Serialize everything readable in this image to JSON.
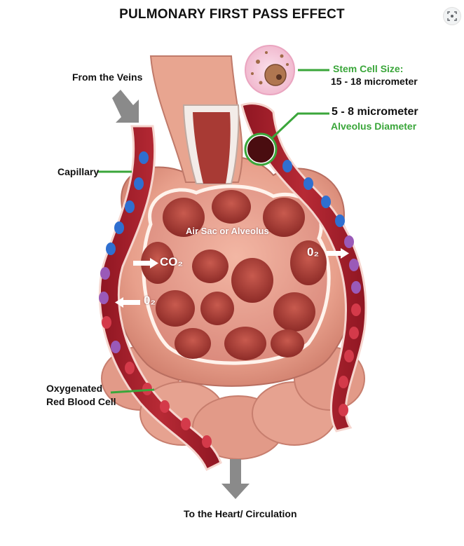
{
  "title": "PULMONARY FIRST PASS EFFECT",
  "labels": {
    "from_veins": "From the Veins",
    "capillary": "Capillary",
    "oxygenated_line1": "Oxygenated",
    "oxygenated_line2": "Red Blood Cell",
    "to_heart": "To the Heart/ Circulation",
    "air_sac": "Air Sac or Alveolus",
    "co2": "CO₂",
    "o2_left": "0₂",
    "o2_right": "0₂",
    "stem_cell_title": "Stem Cell Size:",
    "stem_cell_value": "15 - 18 micrometer",
    "alveolus_value": "5 - 8 micrometer",
    "alveolus_title": "Alveolus Diameter"
  },
  "colors": {
    "tissue": "#e8a08c",
    "vessel": "#a81f2b",
    "callout_green": "#3aa63a",
    "arrow_gray": "#8a8a8a",
    "rbc_blue": "#2f6fd0",
    "rbc_purple": "#9a5ab8"
  },
  "toolbar": {
    "lens_icon": "visual-search-icon"
  }
}
